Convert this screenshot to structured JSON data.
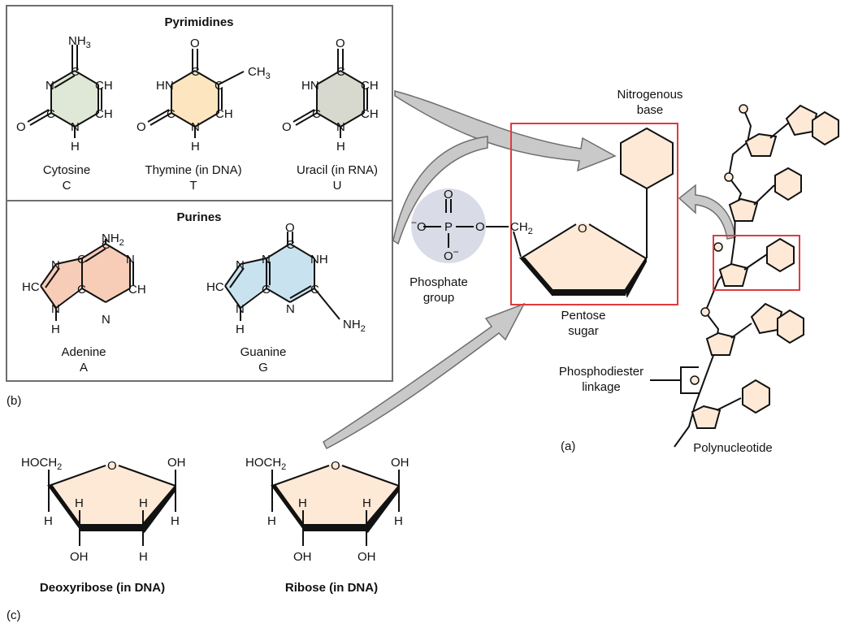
{
  "panel_b": {
    "label": "(b)",
    "pyrimidines": {
      "title": "Pyrimidines",
      "cytosine": {
        "name": "Cytosine",
        "code": "C",
        "atoms": {
          "nh3": "NH",
          "nh3_sub": "3",
          "n1": "N",
          "c1": "C",
          "ch1": "CH",
          "ch2": "CH",
          "c2": "C",
          "o": "O",
          "nh_n": "N",
          "nh_h": "H"
        }
      },
      "thymine": {
        "name": "Thymine (in DNA)",
        "code": "T",
        "atoms": {
          "o_top": "O",
          "c_top": "C",
          "hn": "HN",
          "ch3": "CH",
          "ch3_sub": "3",
          "c_mid": "C",
          "ch": "CH",
          "c_bot": "C",
          "o_left": "O",
          "n_bot": "N",
          "h_bot": "H"
        }
      },
      "uracil": {
        "name": "Uracil (in RNA)",
        "code": "U",
        "atoms": {
          "o_top": "O",
          "c_top": "C",
          "hn": "HN",
          "ch1": "CH",
          "ch2": "CH",
          "c_bot": "C",
          "o_left": "O",
          "n_bot": "N",
          "h_bot": "H"
        }
      }
    },
    "purines": {
      "title": "Purines",
      "adenine": {
        "name": "Adenine",
        "code": "A",
        "atoms": {
          "nh2": "NH",
          "nh2_sub": "2",
          "n_top": "N",
          "c_top": "C",
          "c_a": "C",
          "n_r": "N",
          "hc": "HC",
          "c_b": "C",
          "ch": "CH",
          "n_l": "N",
          "n_bot": "N",
          "h": "H"
        }
      },
      "guanine": {
        "name": "Guanine",
        "code": "G",
        "atoms": {
          "o": "O",
          "c_top": "C",
          "n_top": "N",
          "n_mid": "N",
          "nh": "NH",
          "hc": "HC",
          "c_b": "C",
          "c_r": "C",
          "n_l": "N",
          "n_bot": "N",
          "h": "H",
          "nh2": "NH",
          "nh2_sub": "2"
        }
      }
    }
  },
  "panel_a": {
    "label": "(a)",
    "nitrogenous_base": [
      "Nitrogenous",
      "base"
    ],
    "phosphate": {
      "atoms": {
        "o_top": "O",
        "o_minus_l": "O",
        "minus_l": "−",
        "p": "P",
        "o_r": "O",
        "o_bot": "O",
        "minus_b": "−",
        "ch2": "CH",
        "ch2_sub": "2"
      },
      "label": [
        "Phosphate",
        "group"
      ]
    },
    "ring_o": "O",
    "pentose_sugar": [
      "Pentose",
      "sugar"
    ],
    "phosphodiester": [
      "Phosphodiester",
      "linkage"
    ],
    "polynucleotide": "Polynucleotide"
  },
  "panel_c": {
    "label": "(c)",
    "deoxyribose": {
      "name": "Deoxyribose (in DNA)",
      "atoms": {
        "hoch2": "HOCH",
        "hoch2_sub": "2",
        "o": "O",
        "oh_tr": "OH",
        "h1": "H",
        "h2": "H",
        "h3": "H",
        "h4": "H",
        "oh_b": "OH",
        "h_b": "H"
      }
    },
    "ribose": {
      "name": "Ribose (in DNA)",
      "atoms": {
        "hoch2": "HOCH",
        "hoch2_sub": "2",
        "o": "O",
        "oh_tr": "OH",
        "h1": "H",
        "h2": "H",
        "h3": "H",
        "h4": "H",
        "oh_b1": "OH",
        "oh_b2": "OH"
      }
    }
  },
  "colors": {
    "cytosine": "#dfe8d6",
    "thymine": "#fde6bf",
    "uracil": "#d7d9cf",
    "adenine": "#f7cdb8",
    "guanine": "#c9e2ef",
    "sugar": "#fde9d6",
    "phosphate": "#d9dbe7",
    "highlight": "#e03a3e",
    "arrow": "#c9c9c9",
    "frame": "#6e6e6e"
  }
}
